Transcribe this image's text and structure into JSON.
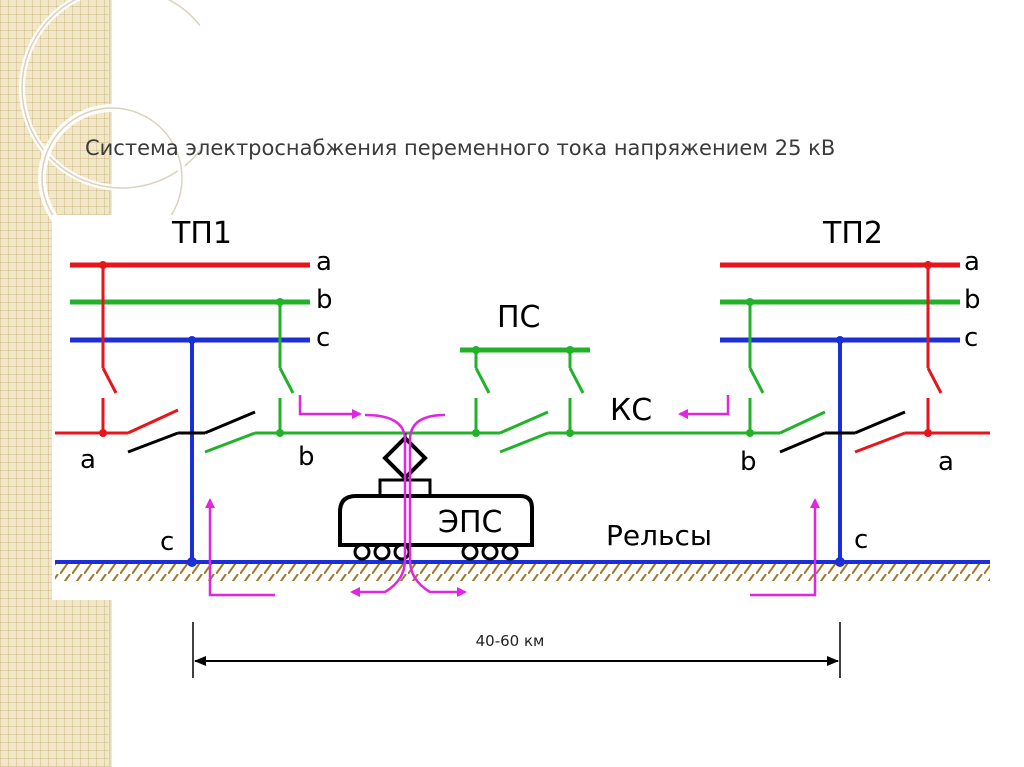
{
  "title": "Система  электроснабжения переменного тока напряжением 25 кВ",
  "labels": {
    "tp1": "ТП1",
    "tp2": "ТП2",
    "ps": "ПС",
    "ks": "КС",
    "eps": "ЭПС",
    "rails": "Рельсы",
    "bus_a": "a",
    "bus_b": "b",
    "bus_c": "c",
    "distance": "40-60 км"
  },
  "colors": {
    "phase_a": "#e8141b",
    "phase_b": "#22b22a",
    "phase_c": "#1a2fd8",
    "current_arrow": "#e026e0",
    "ground_hatch": "#a07a2a"
  }
}
